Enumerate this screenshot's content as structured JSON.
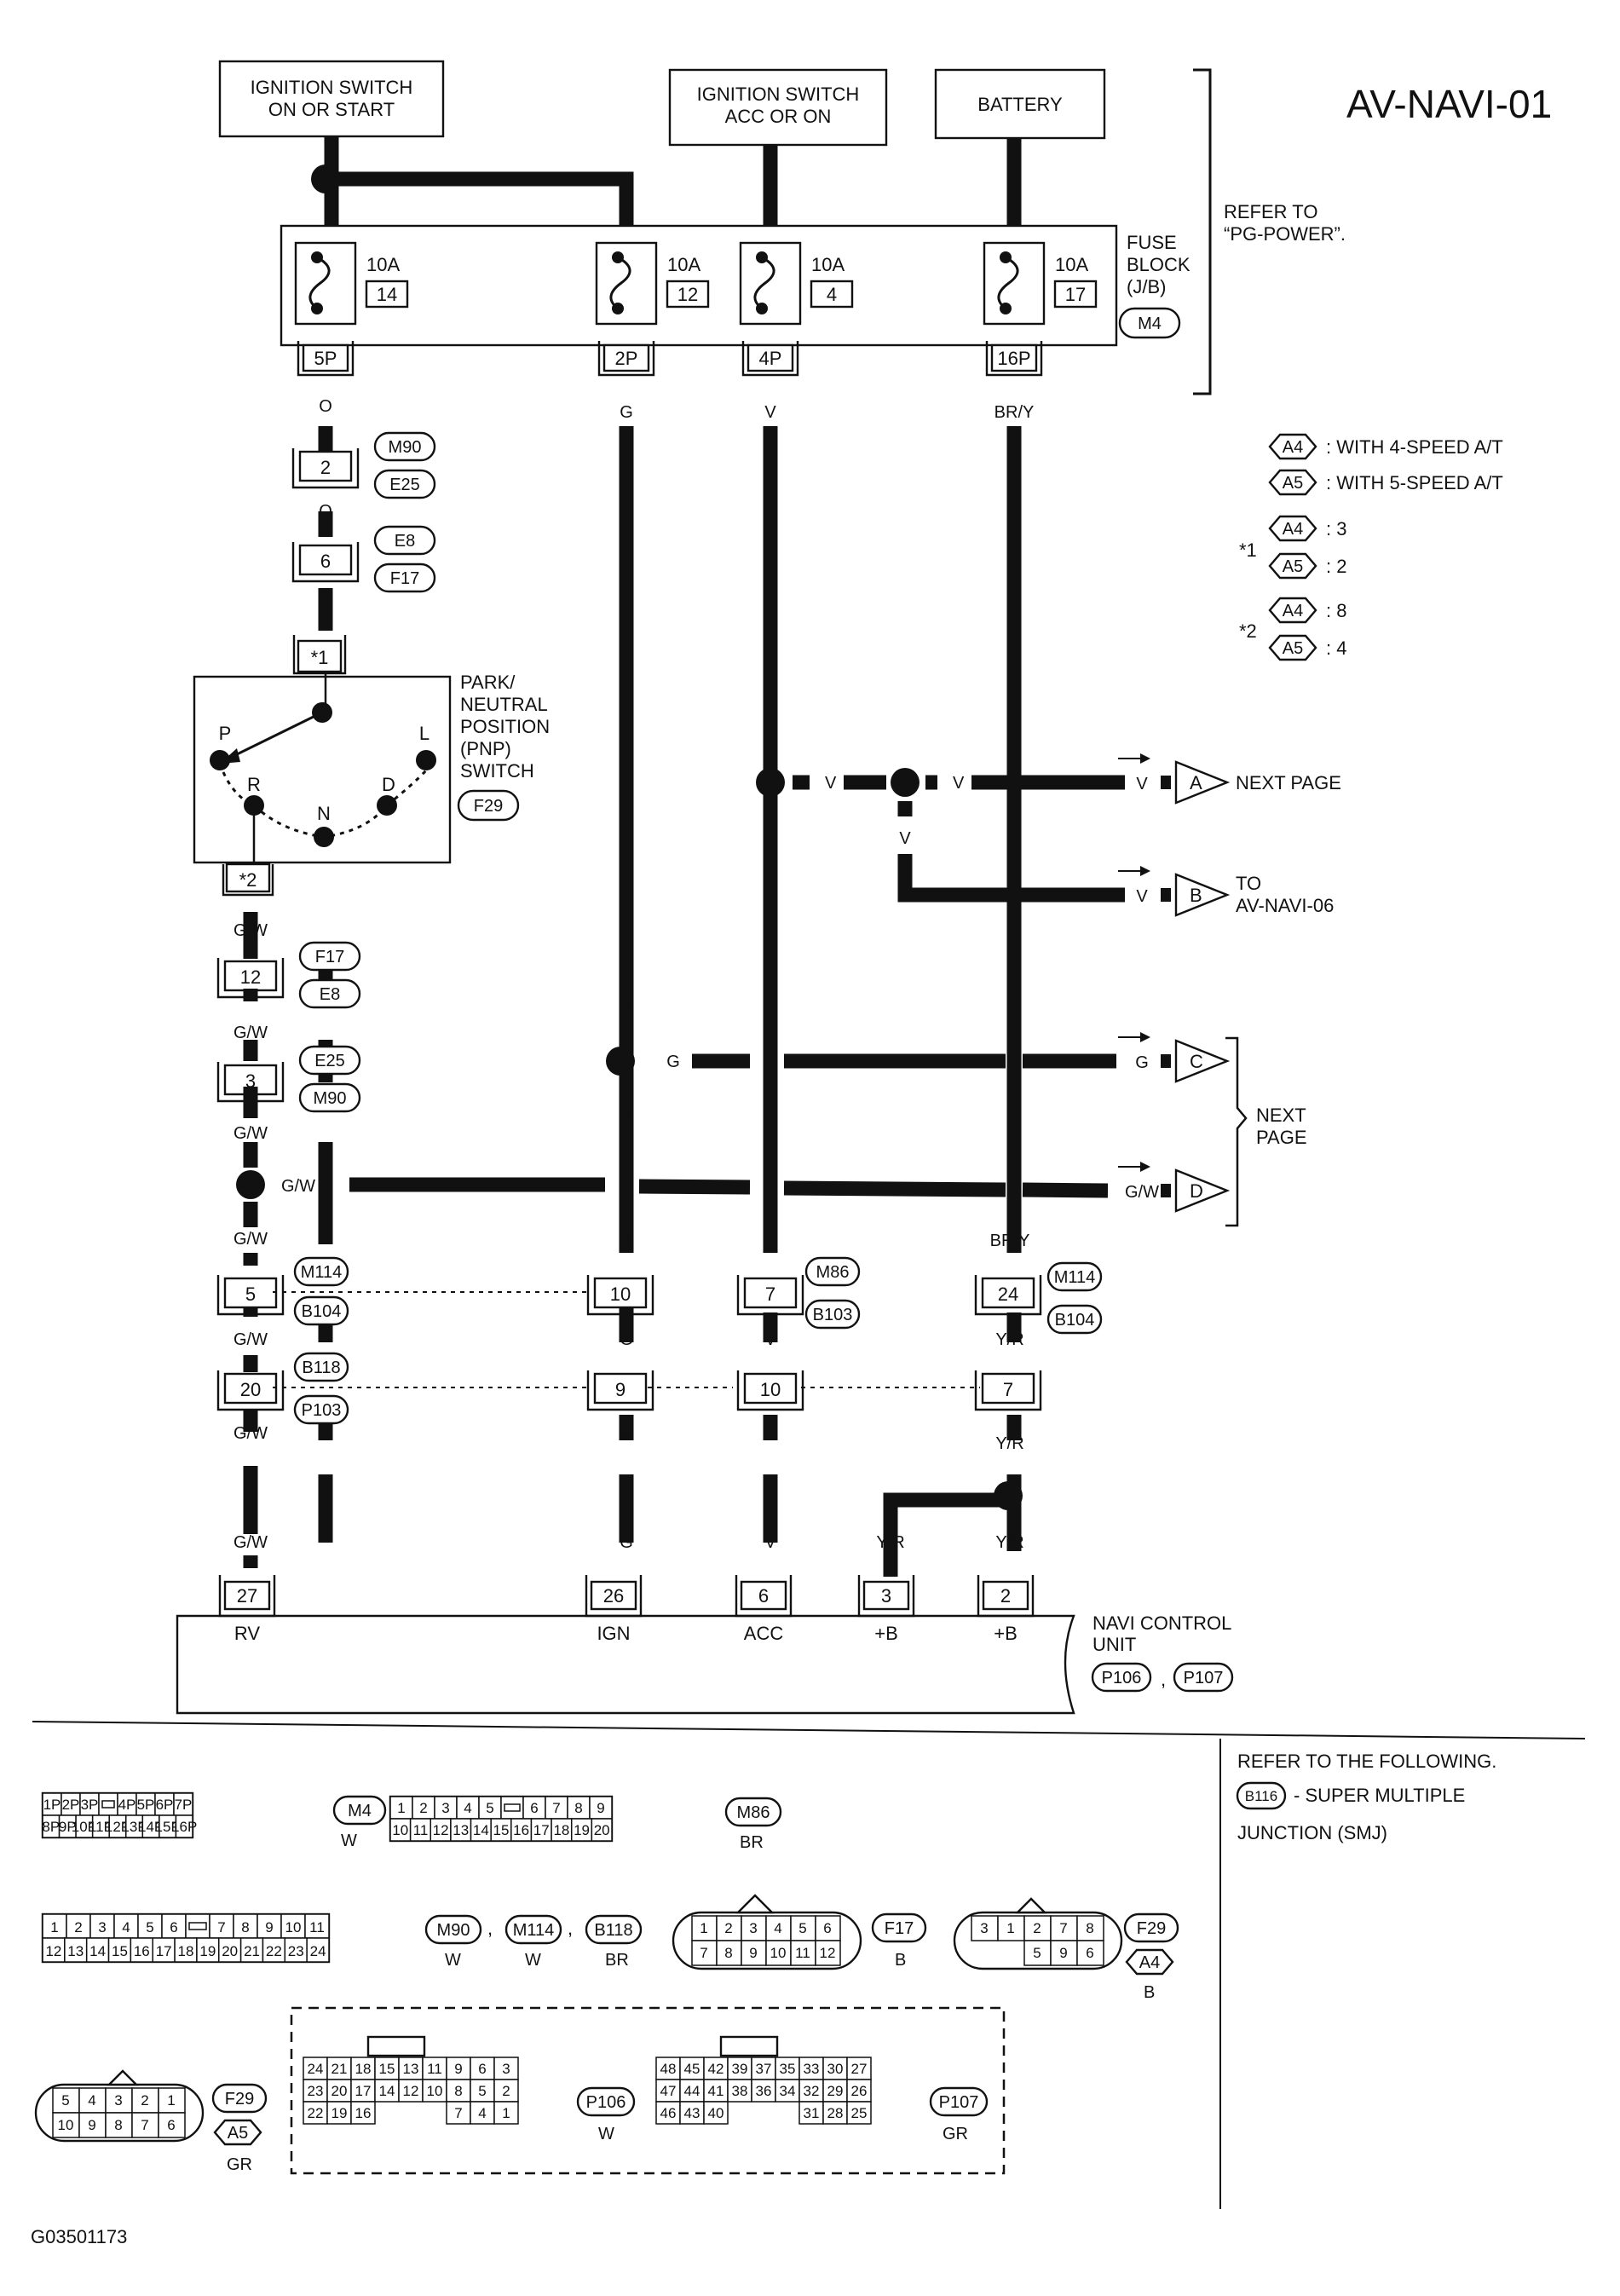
{
  "page_id": "AV-NAVI-01",
  "figure_code": "G03501173",
  "power_sources": [
    {
      "label_line1": "IGNITION SWITCH",
      "label_line2": "ON OR START"
    },
    {
      "label_line1": "IGNITION SWITCH",
      "label_line2": "ACC OR ON"
    },
    {
      "label_line1": "BATTERY",
      "label_line2": ""
    }
  ],
  "refer_to": {
    "line1": "REFER TO",
    "line2": "“PG-POWER”."
  },
  "fuse_block": {
    "line1": "FUSE",
    "line2": "BLOCK",
    "line3": "(J/B)",
    "connector": "M4"
  },
  "fuses": [
    {
      "amp": "10A",
      "num": "14",
      "conn": "5P",
      "wire": "O"
    },
    {
      "amp": "10A",
      "num": "12",
      "conn": "2P",
      "wire": "G"
    },
    {
      "amp": "10A",
      "num": "4",
      "conn": "4P",
      "wire": "V"
    },
    {
      "amp": "10A",
      "num": "17",
      "conn": "16P",
      "wire": "BR/Y"
    }
  ],
  "legend": {
    "a4": "A4",
    "a4_text": ": WITH 4-SPEED A/T",
    "a5": "A5",
    "a5_text": ": WITH 5-SPEED A/T",
    "star1": "*1",
    "star1_a4": ": 3",
    "star1_a5": ": 2",
    "star2": "*2",
    "star2_a4": ": 8",
    "star2_a5": ": 4"
  },
  "left_chain": [
    {
      "pin": "2",
      "conn_top": "M90",
      "conn_bot": "E25"
    },
    {
      "pin": "6",
      "conn_top": "E8",
      "conn_bot": "F17"
    },
    {
      "pin": "12",
      "conn_top": "F17",
      "conn_bot": "E8"
    },
    {
      "pin": "3",
      "conn_top": "E25",
      "conn_bot": "M90"
    }
  ],
  "wire_o": "O",
  "wire_gw": "G/W",
  "wire_g": "G",
  "wire_v": "V",
  "wire_bry": "BR/Y",
  "wire_yr": "Y/R",
  "pnp": {
    "line1": "PARK/",
    "line2": "NEUTRAL",
    "line3": "POSITION",
    "line4": "(PNP)",
    "line5": "SWITCH",
    "connector": "F29",
    "pin_top": "*1",
    "pin_bot": "*2",
    "positions": [
      "P",
      "R",
      "N",
      "D",
      "L"
    ]
  },
  "arrows": [
    {
      "letter": "A",
      "wire": "V",
      "label_line1": "NEXT PAGE",
      "label_line2": ""
    },
    {
      "letter": "B",
      "wire": "V",
      "label_line1": "TO",
      "label_line2": "AV-NAVI-06"
    },
    {
      "letter": "C",
      "wire": "G",
      "label_line1": "",
      "label_line2": ""
    },
    {
      "letter": "D",
      "wire": "G/W",
      "label_line1": "",
      "label_line2": ""
    }
  ],
  "next_page": {
    "line1": "NEXT",
    "line2": "PAGE"
  },
  "row1": {
    "pins": [
      "5",
      "10",
      "7",
      "24"
    ],
    "conn_a": "M114",
    "conn_b": "B104",
    "conn_c": "M86",
    "conn_d": "B103",
    "conn_e": "M114",
    "conn_f": "B104"
  },
  "row2": {
    "pins": [
      "20",
      "9",
      "10",
      "7"
    ],
    "conn_a": "B118",
    "conn_b": "P103"
  },
  "navi_unit": {
    "line1": "NAVI CONTROL",
    "line2": "UNIT",
    "conn1": "P106",
    "sep": ",",
    "conn2": "P107",
    "terminals": [
      {
        "pin": "27",
        "label": "RV"
      },
      {
        "pin": "26",
        "label": "IGN"
      },
      {
        "pin": "6",
        "label": "ACC"
      },
      {
        "pin": "3",
        "label": "+B"
      },
      {
        "pin": "2",
        "label": "+B"
      }
    ]
  },
  "refer_following": {
    "line1": "REFER TO THE FOLLOWING.",
    "conn": "B116",
    "line2": "- SUPER MULTIPLE",
    "line3": "JUNCTION (SMJ)"
  },
  "faces": {
    "m4": {
      "top": [
        "1P",
        "2P",
        "3P",
        "",
        "4P",
        "5P",
        "6P",
        "7P"
      ],
      "bot": [
        "8P",
        "9P",
        "10P",
        "11P",
        "12P",
        "13P",
        "14P",
        "15P",
        "16P"
      ],
      "id": "M4",
      "color": "W"
    },
    "m86": {
      "top": [
        "1",
        "2",
        "3",
        "4",
        "5",
        "",
        "6",
        "7",
        "8",
        "9"
      ],
      "bot": [
        "10",
        "11",
        "12",
        "13",
        "14",
        "15",
        "16",
        "17",
        "18",
        "19",
        "20"
      ],
      "id": "M86",
      "color": "BR"
    },
    "m90": {
      "top": [
        "1",
        "2",
        "3",
        "4",
        "5",
        "6",
        "",
        "7",
        "8",
        "9",
        "10",
        "11"
      ],
      "bot": [
        "12",
        "13",
        "14",
        "15",
        "16",
        "17",
        "18",
        "19",
        "20",
        "21",
        "22",
        "23",
        "24"
      ],
      "ids": [
        "M90",
        "M114",
        "B118"
      ],
      "colors": [
        "W",
        "W",
        "BR"
      ],
      "sep": ","
    },
    "f17": {
      "top": [
        "1",
        "2",
        "3",
        "4",
        "5",
        "6"
      ],
      "bot": [
        "7",
        "8",
        "9",
        "10",
        "11",
        "12"
      ],
      "id": "F17",
      "color": "B"
    },
    "f29a": {
      "top": [
        "3",
        "1",
        "2",
        "7",
        "8"
      ],
      "bot": [
        "5",
        "9",
        "6"
      ],
      "id": "F29",
      "variant": "A4",
      "color": "B"
    },
    "f29b": {
      "top": [
        "5",
        "4",
        "3",
        "2",
        "1"
      ],
      "bot": [
        "10",
        "9",
        "8",
        "7",
        "6"
      ],
      "id": "F29",
      "variant": "A5",
      "color": "GR"
    },
    "p106": {
      "r1": [
        "24",
        "21",
        "18",
        "15",
        "13",
        "11",
        "9",
        "6",
        "3"
      ],
      "r2": [
        "23",
        "20",
        "17",
        "14",
        "12",
        "10",
        "8",
        "5",
        "2"
      ],
      "r3": [
        "22",
        "19",
        "16",
        "7",
        "4",
        "1"
      ],
      "id": "P106",
      "color": "W"
    },
    "p107": {
      "r1": [
        "48",
        "45",
        "42",
        "39",
        "37",
        "35",
        "33",
        "30",
        "27"
      ],
      "r2": [
        "47",
        "44",
        "41",
        "38",
        "36",
        "34",
        "32",
        "29",
        "26"
      ],
      "r3": [
        "46",
        "43",
        "40",
        "31",
        "28",
        "25"
      ],
      "id": "P107",
      "color": "GR"
    }
  }
}
